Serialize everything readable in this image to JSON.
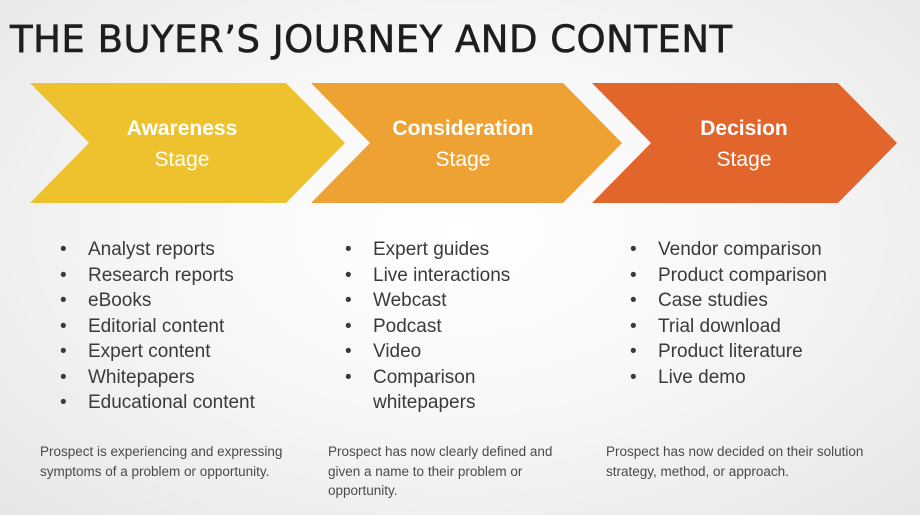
{
  "title": "THE BUYER’S JOURNEY AND CONTENT",
  "colors": {
    "awareness": "#EEC22F",
    "consideration": "#EDA233",
    "decision": "#E2652C"
  },
  "stages": [
    {
      "name": "Awareness",
      "sub": "Stage",
      "items": [
        "Analyst reports",
        "Research reports",
        "eBooks",
        "Editorial content",
        "Expert content",
        "Whitepapers",
        "Educational content"
      ],
      "description": "Prospect is experiencing and expressing symptoms of a problem or opportunity."
    },
    {
      "name": "Consideration",
      "sub": "Stage",
      "items": [
        "Expert guides",
        "Live interactions",
        "Webcast",
        "Podcast",
        "Video",
        "Comparison whitepapers"
      ],
      "description": "Prospect has now clearly defined and given a name to their problem or opportunity."
    },
    {
      "name": "Decision",
      "sub": "Stage",
      "items": [
        "Vendor comparison",
        "Product comparison",
        "Case studies",
        "Trial download",
        "Product literature",
        "Live demo"
      ],
      "description": "Prospect has now decided on their solution strategy, method, or approach."
    }
  ]
}
